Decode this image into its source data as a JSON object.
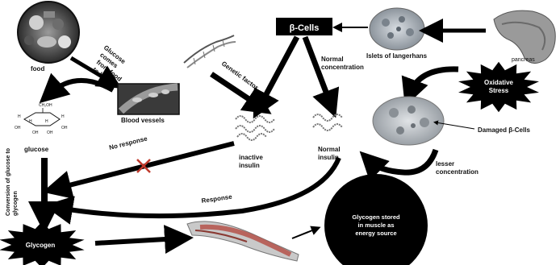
{
  "labels": {
    "food": "food",
    "glucose_from_food": [
      "Glucose",
      "comes",
      "from food",
      "to blood"
    ],
    "blood_vessels": "Blood vessels",
    "glucose": "glucose",
    "genetic_factor": "Genetic factor",
    "beta_cells": "β-Cells",
    "normal_concentration": [
      "Normal",
      "concentration"
    ],
    "islets": "Islets of langerhans",
    "pancreas": "pancreas",
    "oxidative_stress": [
      "Oxidative",
      "Stress"
    ],
    "damaged_beta_cells": "Damaged β-Cells",
    "no_response": "No response",
    "inactive_insulin": [
      "inactive",
      "insulin"
    ],
    "normal_insulin": [
      "Normal",
      "insulin"
    ],
    "lesser_concentration": [
      "lesser",
      "concentration"
    ],
    "conversion": [
      "Conversion of glucose to",
      "glycogen"
    ],
    "response": "Response",
    "glycogen": "Glycogen",
    "glycogen_stored": [
      "Glycogen stored",
      "in muscle as",
      "energy source"
    ]
  },
  "glucose_structure": {
    "ring_labels": [
      "CH₂OH",
      "H",
      "OH",
      "H",
      "OH",
      "H",
      "OH",
      "H",
      "OH"
    ]
  },
  "colors": {
    "arrow": "#000000",
    "beta_box": "#000000",
    "x_mark": "#c0392b",
    "muscle": "#b5524a",
    "islet_fill": "#b8c0c8",
    "damaged_fill": "#c4c8cc"
  }
}
